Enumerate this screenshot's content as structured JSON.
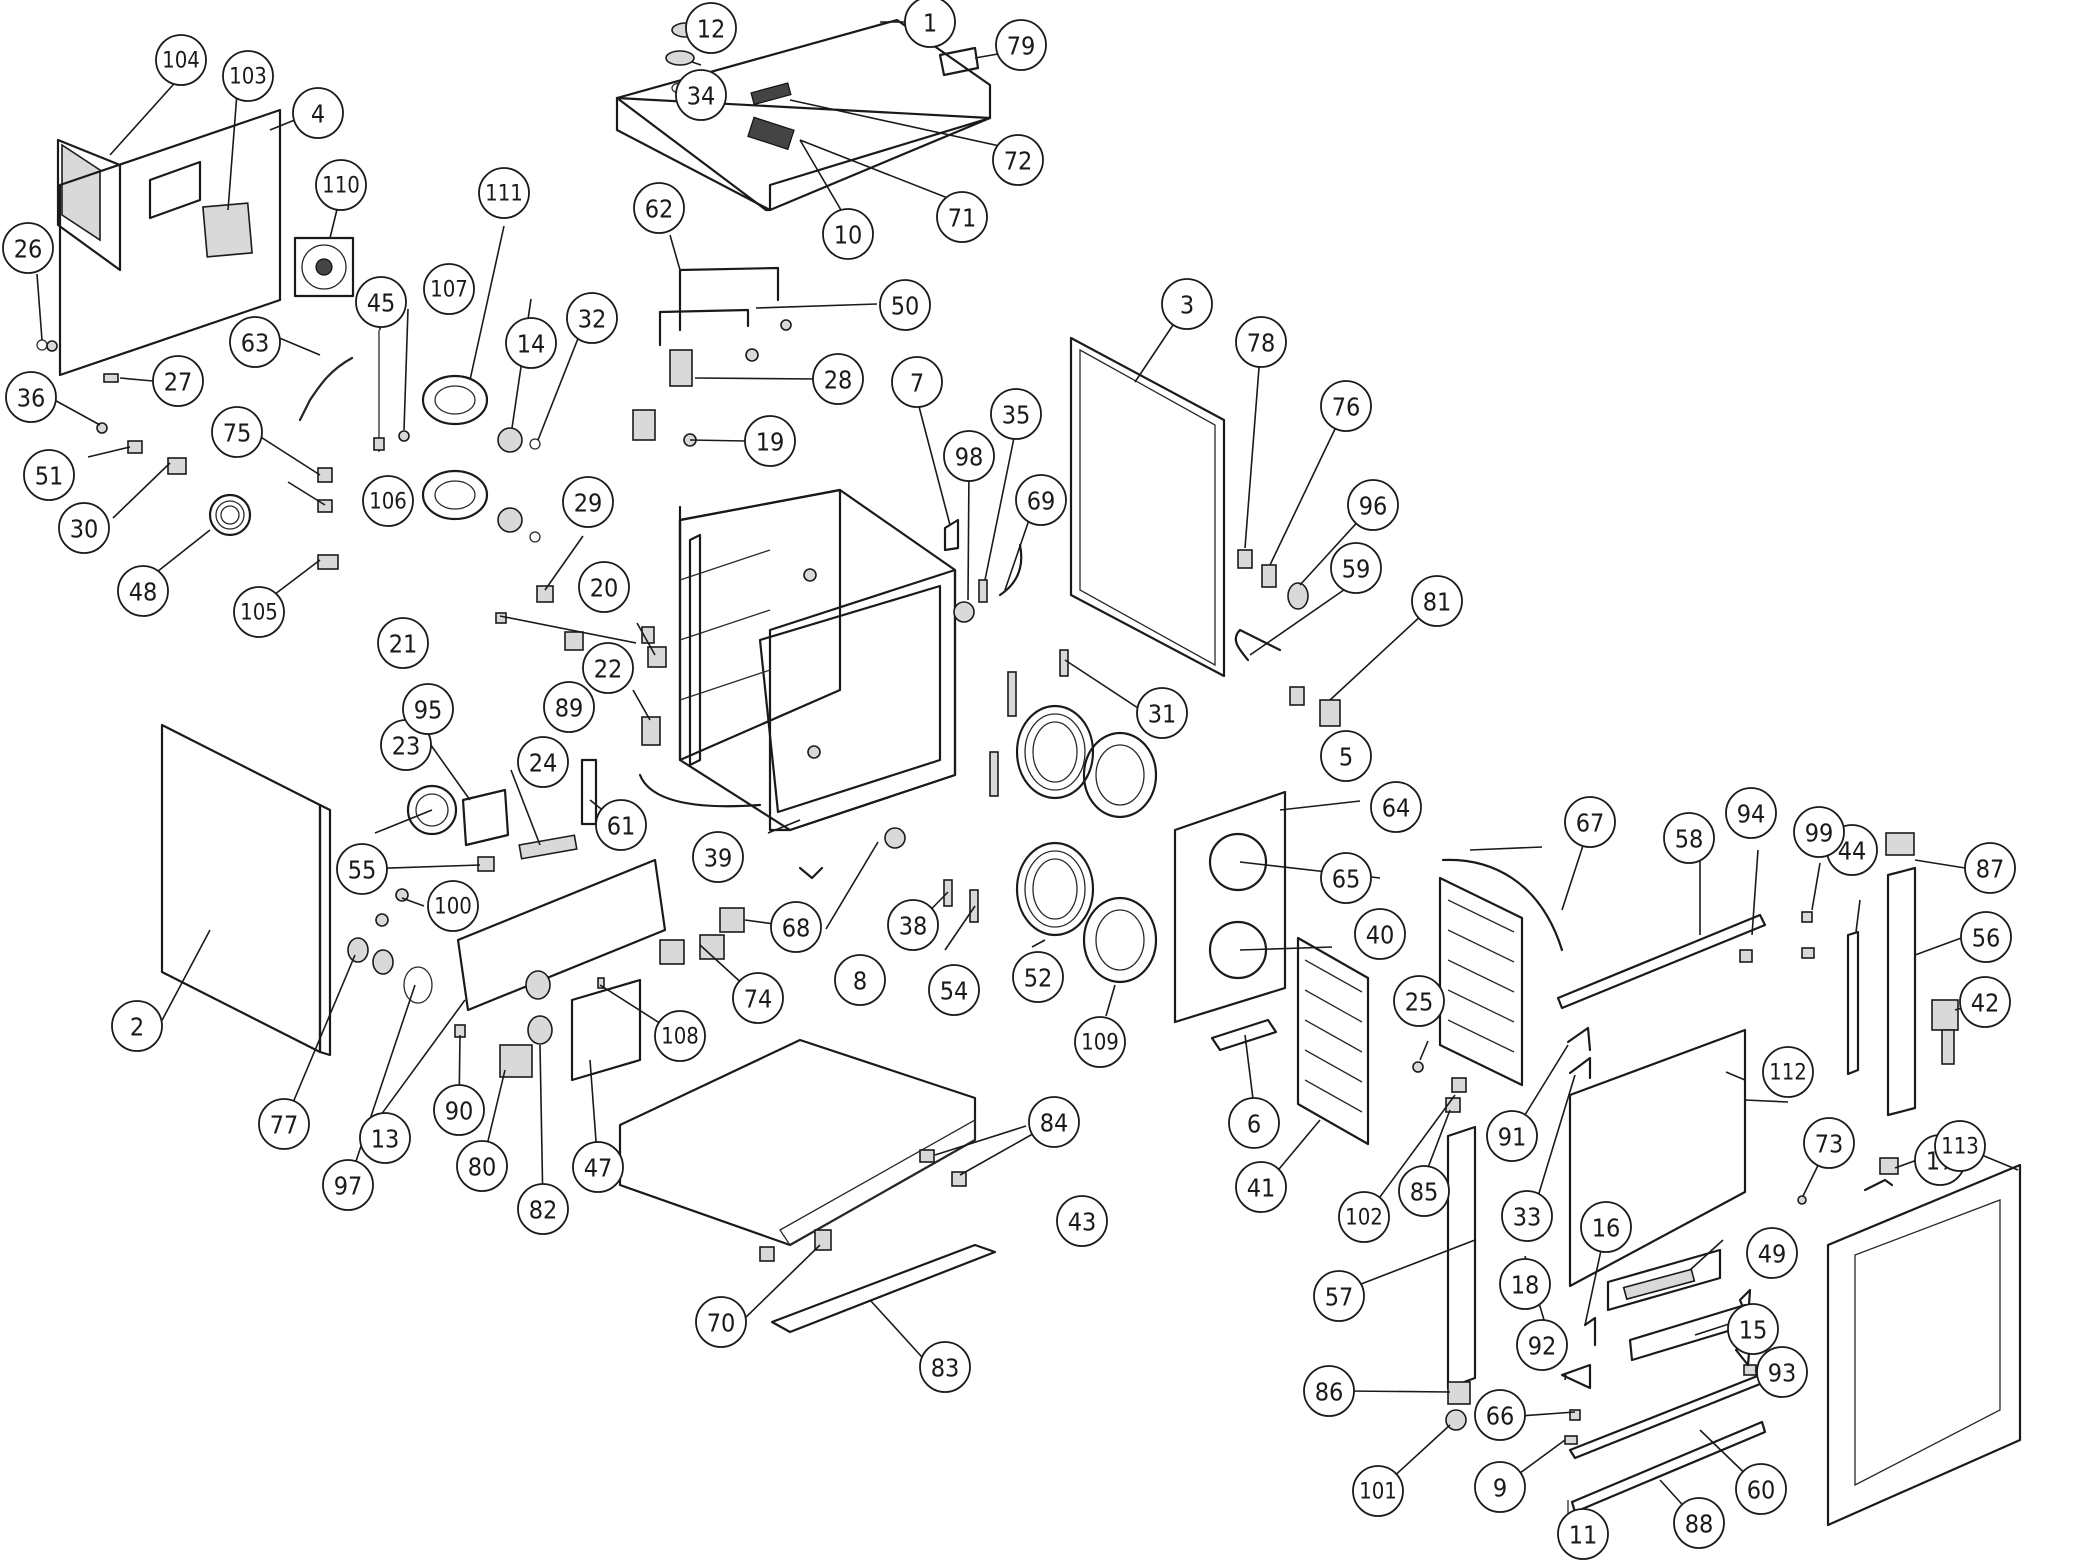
{
  "diagram": {
    "type": "exploded parts diagram",
    "callouts": [
      {
        "id": "1"
      },
      {
        "id": "2"
      },
      {
        "id": "3"
      },
      {
        "id": "4"
      },
      {
        "id": "5"
      },
      {
        "id": "6"
      },
      {
        "id": "7"
      },
      {
        "id": "8"
      },
      {
        "id": "9"
      },
      {
        "id": "10"
      },
      {
        "id": "11"
      },
      {
        "id": "12"
      },
      {
        "id": "13"
      },
      {
        "id": "14"
      },
      {
        "id": "15"
      },
      {
        "id": "16"
      },
      {
        "id": "17"
      },
      {
        "id": "18"
      },
      {
        "id": "19"
      },
      {
        "id": "20"
      },
      {
        "id": "21"
      },
      {
        "id": "22"
      },
      {
        "id": "23"
      },
      {
        "id": "24"
      },
      {
        "id": "25"
      },
      {
        "id": "26"
      },
      {
        "id": "27"
      },
      {
        "id": "28"
      },
      {
        "id": "29"
      },
      {
        "id": "30"
      },
      {
        "id": "31"
      },
      {
        "id": "32"
      },
      {
        "id": "33"
      },
      {
        "id": "34"
      },
      {
        "id": "35"
      },
      {
        "id": "36"
      },
      {
        "id": "38"
      },
      {
        "id": "39"
      },
      {
        "id": "40"
      },
      {
        "id": "41"
      },
      {
        "id": "42"
      },
      {
        "id": "43"
      },
      {
        "id": "44"
      },
      {
        "id": "45"
      },
      {
        "id": "47"
      },
      {
        "id": "48"
      },
      {
        "id": "49"
      },
      {
        "id": "50"
      },
      {
        "id": "51"
      },
      {
        "id": "52"
      },
      {
        "id": "54"
      },
      {
        "id": "55"
      },
      {
        "id": "56"
      },
      {
        "id": "57"
      },
      {
        "id": "58"
      },
      {
        "id": "59"
      },
      {
        "id": "60"
      },
      {
        "id": "61"
      },
      {
        "id": "62"
      },
      {
        "id": "63"
      },
      {
        "id": "64"
      },
      {
        "id": "65"
      },
      {
        "id": "66"
      },
      {
        "id": "67"
      },
      {
        "id": "68"
      },
      {
        "id": "69"
      },
      {
        "id": "70"
      },
      {
        "id": "71"
      },
      {
        "id": "72"
      },
      {
        "id": "73"
      },
      {
        "id": "74"
      },
      {
        "id": "75"
      },
      {
        "id": "76"
      },
      {
        "id": "77"
      },
      {
        "id": "78"
      },
      {
        "id": "79"
      },
      {
        "id": "80"
      },
      {
        "id": "81"
      },
      {
        "id": "82"
      },
      {
        "id": "83"
      },
      {
        "id": "84"
      },
      {
        "id": "85"
      },
      {
        "id": "86"
      },
      {
        "id": "87"
      },
      {
        "id": "88"
      },
      {
        "id": "89"
      },
      {
        "id": "90"
      },
      {
        "id": "91"
      },
      {
        "id": "92"
      },
      {
        "id": "93"
      },
      {
        "id": "94"
      },
      {
        "id": "95"
      },
      {
        "id": "96"
      },
      {
        "id": "97"
      },
      {
        "id": "98"
      },
      {
        "id": "99"
      },
      {
        "id": "100"
      },
      {
        "id": "101"
      },
      {
        "id": "102"
      },
      {
        "id": "103"
      },
      {
        "id": "104"
      },
      {
        "id": "105"
      },
      {
        "id": "106"
      },
      {
        "id": "107"
      },
      {
        "id": "108"
      },
      {
        "id": "109"
      },
      {
        "id": "110"
      },
      {
        "id": "111"
      },
      {
        "id": "112"
      },
      {
        "id": "113"
      }
    ]
  }
}
